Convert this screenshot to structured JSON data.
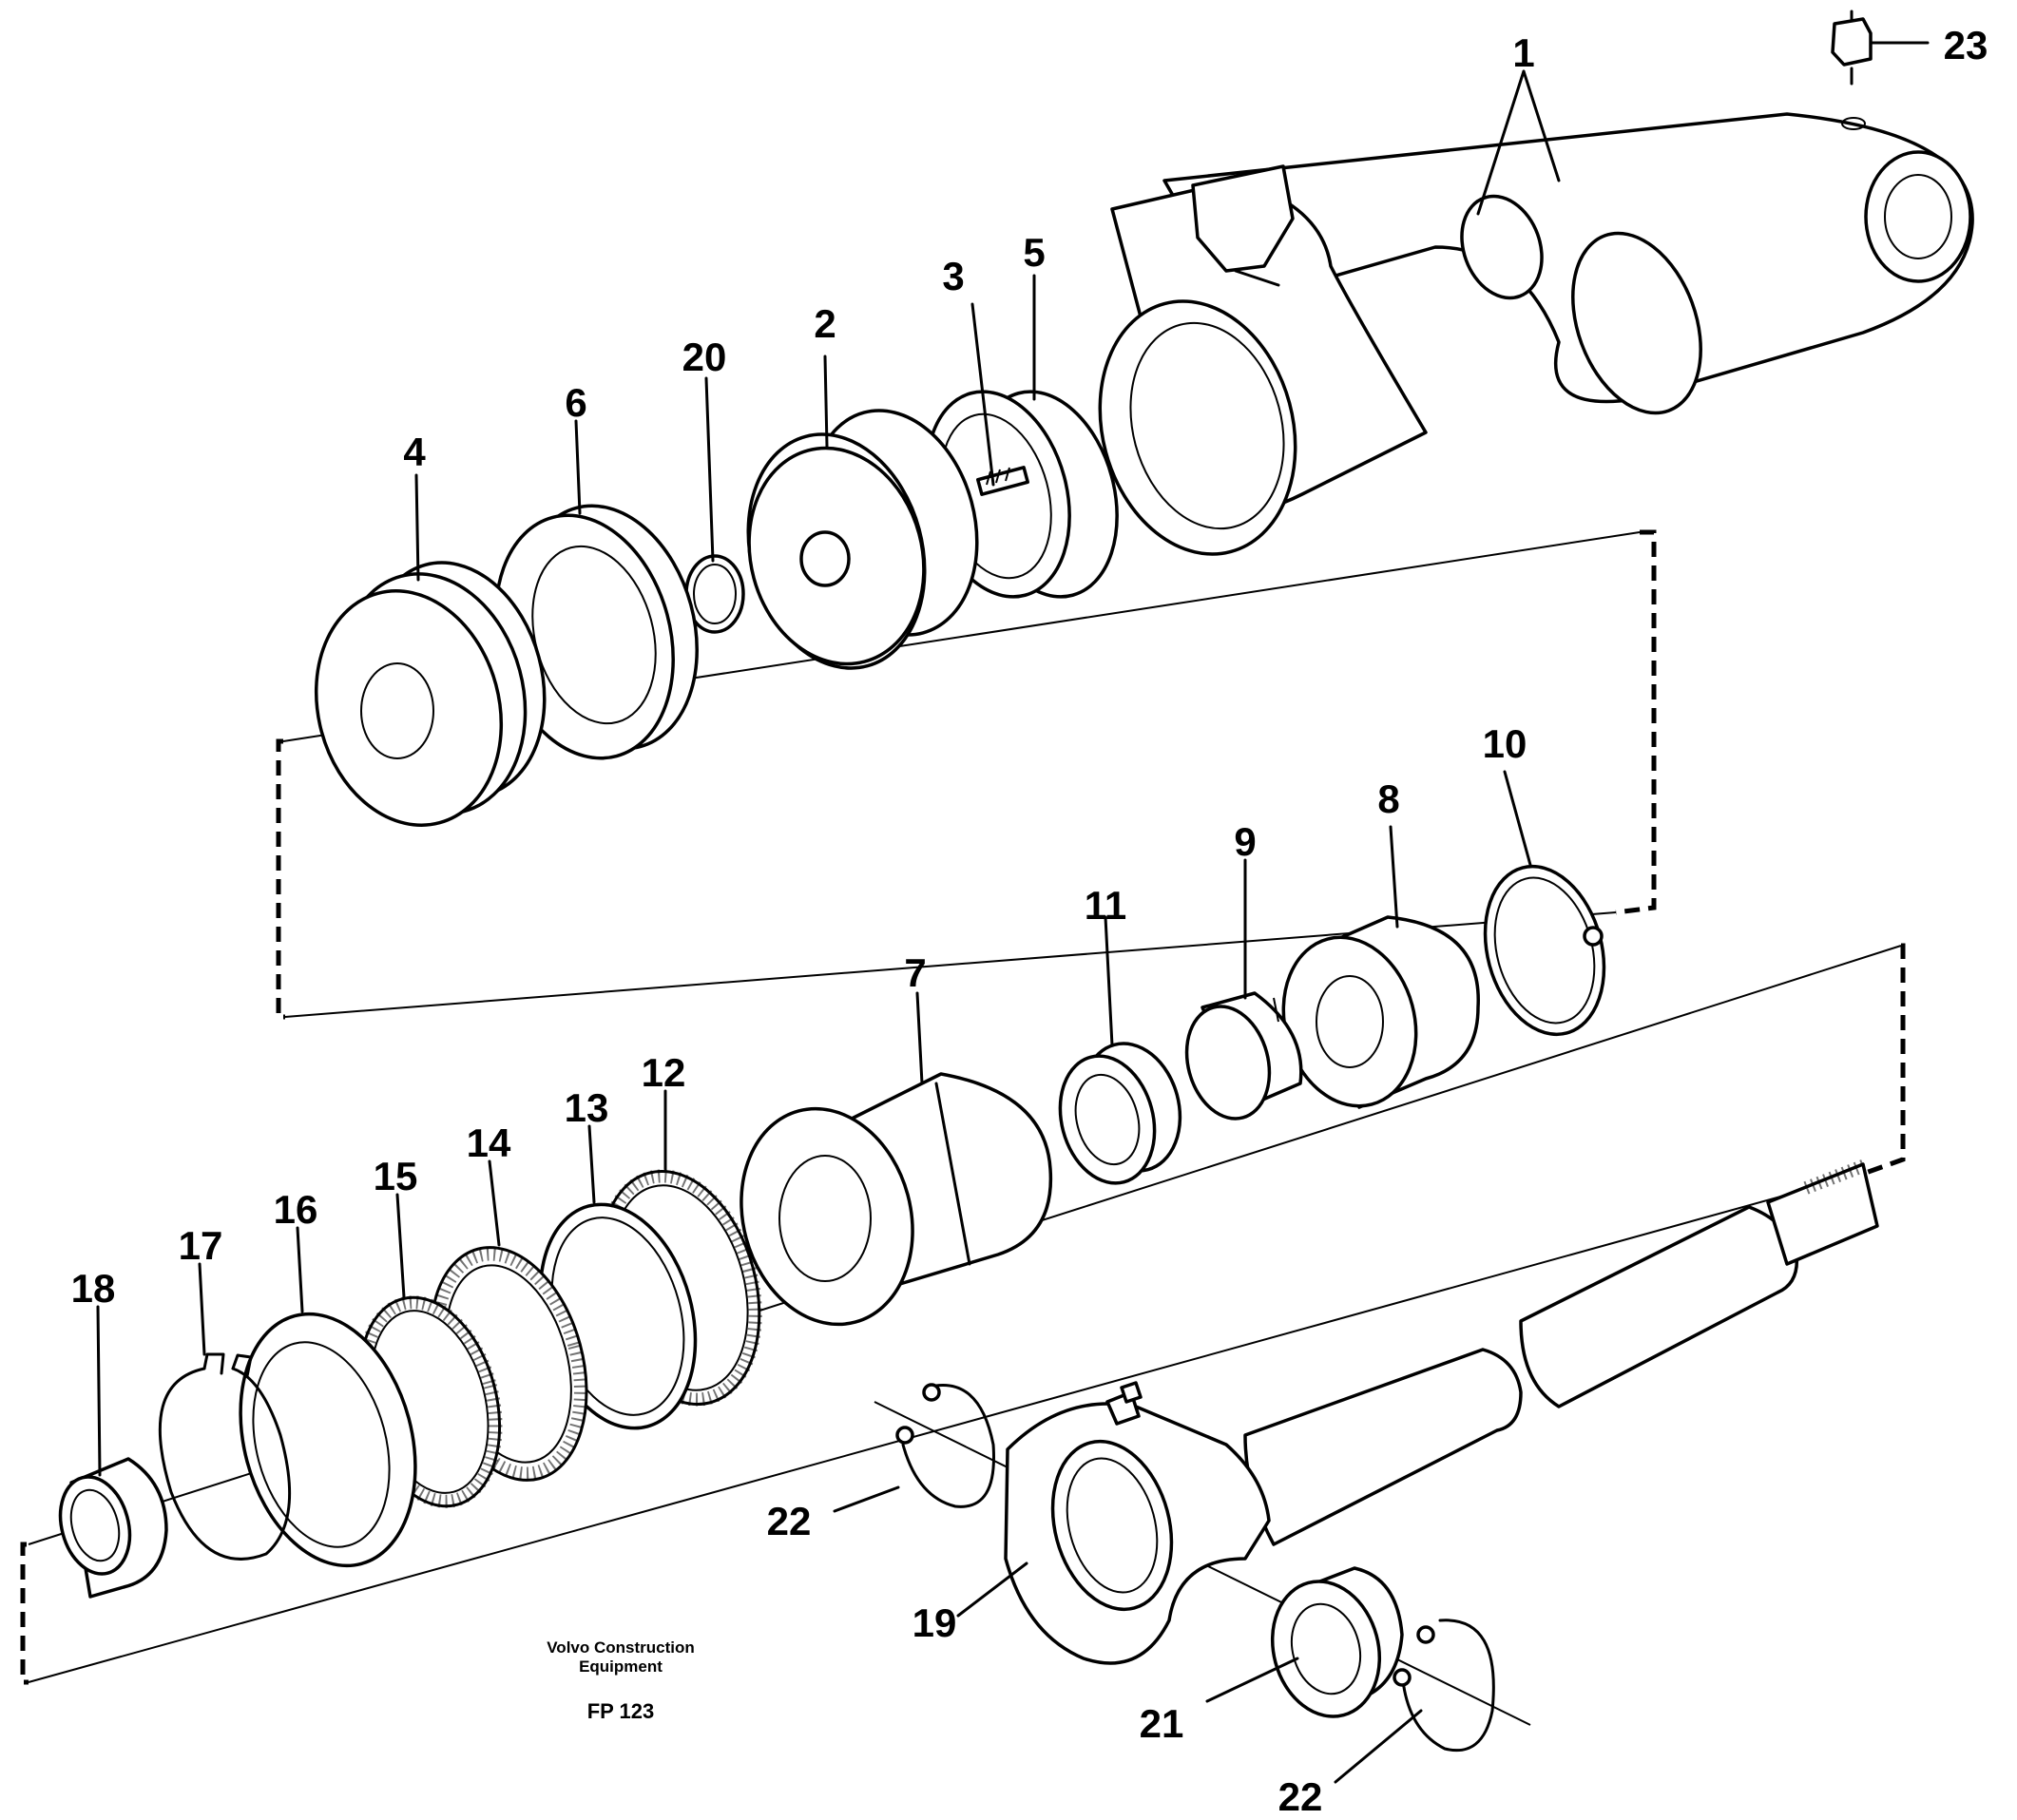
{
  "figure": {
    "credit_line_1": "Volvo Construction",
    "credit_line_2": "Equipment",
    "figure_code": "FP 123"
  },
  "callouts": [
    {
      "id": "1",
      "text": "1"
    },
    {
      "id": "2",
      "text": "2"
    },
    {
      "id": "3",
      "text": "3"
    },
    {
      "id": "4",
      "text": "4"
    },
    {
      "id": "5",
      "text": "5"
    },
    {
      "id": "6",
      "text": "6"
    },
    {
      "id": "7",
      "text": "7"
    },
    {
      "id": "8",
      "text": "8"
    },
    {
      "id": "9",
      "text": "9"
    },
    {
      "id": "10",
      "text": "10"
    },
    {
      "id": "11",
      "text": "11"
    },
    {
      "id": "12",
      "text": "12"
    },
    {
      "id": "13",
      "text": "13"
    },
    {
      "id": "14",
      "text": "14"
    },
    {
      "id": "15",
      "text": "15"
    },
    {
      "id": "16",
      "text": "16"
    },
    {
      "id": "17",
      "text": "17"
    },
    {
      "id": "18",
      "text": "18"
    },
    {
      "id": "19",
      "text": "19"
    },
    {
      "id": "20",
      "text": "20"
    },
    {
      "id": "21",
      "text": "21"
    },
    {
      "id": "22a",
      "text": "22"
    },
    {
      "id": "22b",
      "text": "22"
    },
    {
      "id": "23",
      "text": "23"
    }
  ]
}
